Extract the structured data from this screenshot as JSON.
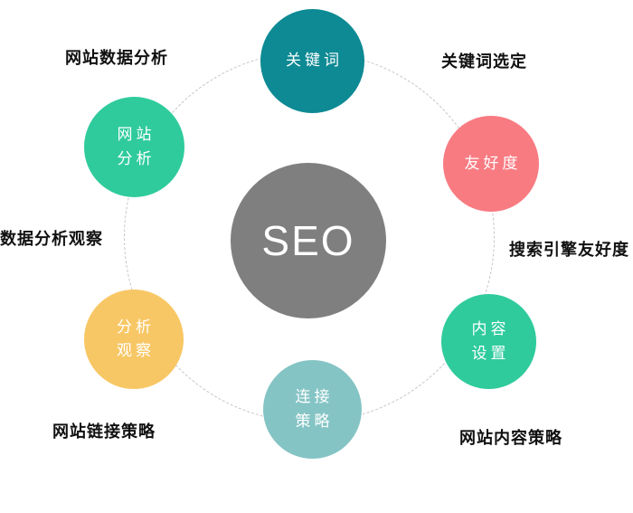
{
  "diagram": {
    "ring_color": "#c4c4c4",
    "center": {
      "label": "SEO",
      "color": "#7f7f7f"
    },
    "nodes": {
      "keywords": {
        "lines": [
          "关键词"
        ],
        "color": "#0d8a94"
      },
      "site_analysis": {
        "lines": [
          "网站",
          "分析"
        ],
        "color": "#2fcb9c"
      },
      "friendliness": {
        "lines": [
          "友好度"
        ],
        "color": "#f87b82"
      },
      "analysis_observation": {
        "lines": [
          "分析",
          "观察"
        ],
        "color": "#f8c765"
      },
      "content_settings": {
        "lines": [
          "内容",
          "设置"
        ],
        "color": "#2fcb9c"
      },
      "link_strategy": {
        "lines": [
          "连接",
          "策略"
        ],
        "color": "#85c4c5"
      }
    },
    "captions": {
      "top_left": "网站数据分析",
      "top_right": "关键词选定",
      "right": "搜索引擎友好度",
      "bottom_right": "网站内容策略",
      "bottom_left": "网站链接策略",
      "left": "数据分析观察"
    }
  }
}
